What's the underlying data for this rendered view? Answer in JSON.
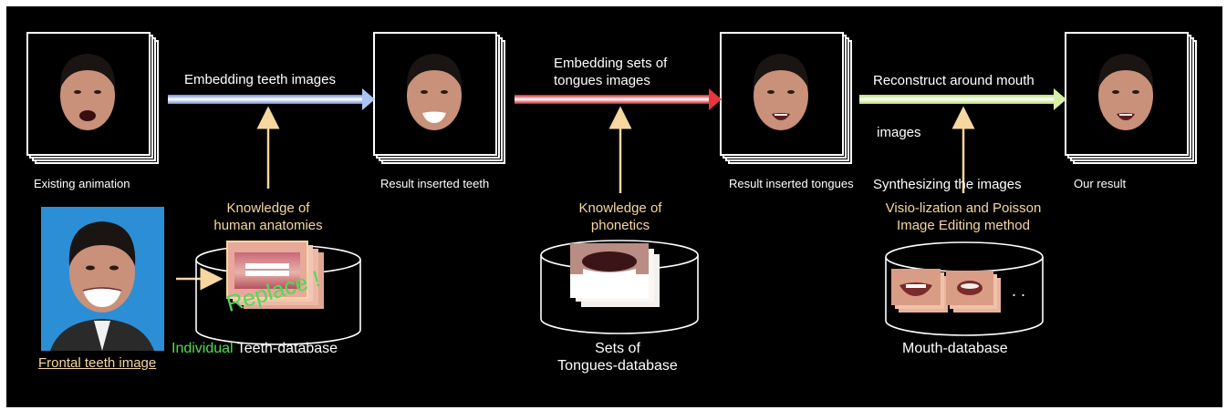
{
  "frames": [
    {
      "caption": "Existing animation",
      "mouth": "open"
    },
    {
      "caption": "Result inserted teeth",
      "mouth": "teeth"
    },
    {
      "caption": "Result inserted tongues",
      "mouth": "smile"
    },
    {
      "caption": "Our result",
      "mouth": "smile"
    }
  ],
  "steps": [
    {
      "label_lines": [
        "Embedding teeth images"
      ],
      "arrow_color": "#a9c4f5"
    },
    {
      "label_lines": [
        "Embedding sets of",
        "tongues images"
      ],
      "arrow_color": "#e8353a"
    },
    {
      "label_lines": [
        "Reconstruct around mouth",
        " images",
        "Synthesizing the images"
      ],
      "arrow_color": "#d8f0a8"
    }
  ],
  "knowledge": [
    {
      "lines": [
        "Knowledge of",
        "human anatomies"
      ]
    },
    {
      "lines": [
        "Knowledge of",
        "phonetics"
      ]
    },
    {
      "lines": [
        "Visio-lization and Poisson",
        "Image Editing method"
      ]
    }
  ],
  "databases": {
    "teeth": {
      "prefix": "Individual",
      "name": "Teeth-database",
      "overlay": "Replace !"
    },
    "tongues": {
      "line1": "Sets of",
      "line2": "Tongues-database"
    },
    "mouth": {
      "name": "Mouth-database",
      "ellipsis": ". ."
    }
  },
  "frontal_photo": {
    "caption": "Frontal teeth image",
    "background": "#2c8fd6"
  },
  "colors": {
    "knowledge_text": "#f6d7a0",
    "overlay_green": "#4fdc57",
    "skin": "#c9907a",
    "hair": "#1a1412"
  }
}
